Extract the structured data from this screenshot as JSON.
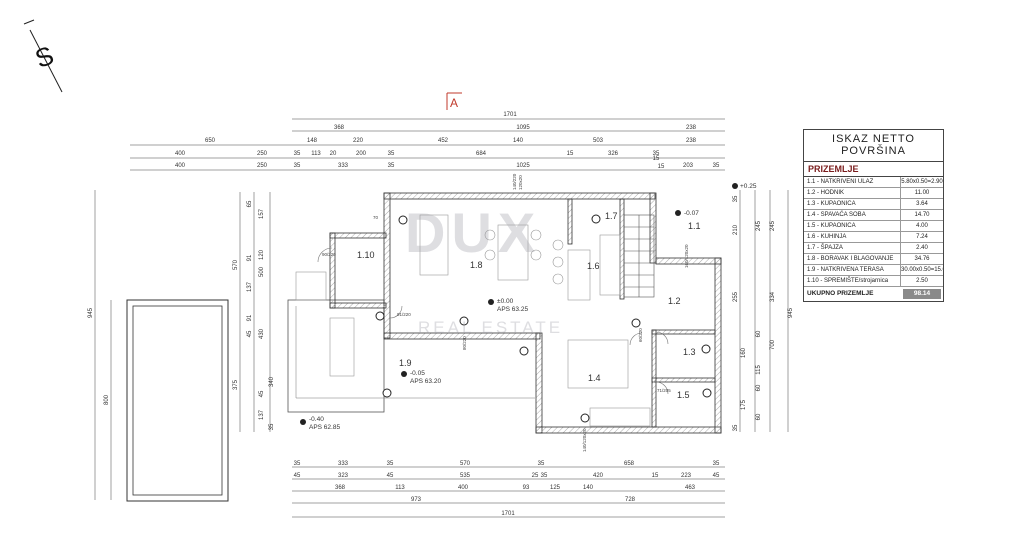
{
  "compass": {
    "letter": "S"
  },
  "section_marker": "A",
  "dims": {
    "top_total": "1701",
    "top_row1": [
      "368",
      "1095",
      "238"
    ],
    "top_row2": [
      "650",
      "148",
      "220",
      "452",
      "140",
      "503",
      "238"
    ],
    "top_row3": [
      "400",
      "250",
      "35",
      "113",
      "20",
      "200",
      "35",
      "684",
      "15",
      "326",
      "35",
      "15"
    ],
    "top_row4": [
      "400",
      "250",
      "35",
      "333",
      "35",
      "1025",
      "15",
      "203",
      "35"
    ],
    "bottom_row1": [
      "35",
      "333",
      "35",
      "570",
      "35",
      "658",
      "35"
    ],
    "bottom_row2": [
      "45",
      "323",
      "45",
      "535",
      "25",
      "35",
      "420",
      "15",
      "223",
      "45"
    ],
    "bottom_row3": [
      "368",
      "113",
      "400",
      "93",
      "125",
      "140",
      "463"
    ],
    "bottom_row4": [
      "973",
      "728"
    ],
    "bottom_total": "1701",
    "left_outer": "945",
    "left_pool": "800",
    "left_mid": [
      "570",
      "375"
    ],
    "left_inner": [
      "65",
      "157",
      "91",
      "120",
      "500",
      "137",
      "91",
      "430",
      "45",
      "340",
      "45",
      "137",
      "35"
    ],
    "right_outer": "945",
    "right_mid": [
      "245",
      "334",
      "700"
    ],
    "right_inner": [
      "35",
      "210",
      "245",
      "255",
      "60",
      "160",
      "115",
      "60",
      "175",
      "60",
      "35"
    ]
  },
  "rooms": [
    {
      "id": "1.1",
      "label": "1.1"
    },
    {
      "id": "1.2",
      "label": "1.2"
    },
    {
      "id": "1.3",
      "label": "1.3"
    },
    {
      "id": "1.4",
      "label": "1.4"
    },
    {
      "id": "1.5",
      "label": "1.5"
    },
    {
      "id": "1.6",
      "label": "1.6"
    },
    {
      "id": "1.7",
      "label": "1.7"
    },
    {
      "id": "1.8",
      "label": "1.8"
    },
    {
      "id": "1.9",
      "label": "1.9"
    },
    {
      "id": "1.10",
      "label": "1.10"
    }
  ],
  "levels": [
    {
      "value": "+0.25",
      "aps": ""
    },
    {
      "value": "-0.07",
      "aps": ""
    },
    {
      "value": "±0.00",
      "aps": "APS 63.25"
    },
    {
      "value": "-0.05",
      "aps": "APS 63.20"
    },
    {
      "value": "-0.40",
      "aps": "APS 62.85"
    }
  ],
  "openings": [
    "140/220",
    "120x20",
    "90/220",
    "70",
    "91/220",
    "80/220",
    "60/220",
    "71/205",
    "140/120x20",
    "160/120x20"
  ],
  "table": {
    "title_line1": "ISKAZ NETTO",
    "title_line2": "POVRŠINA",
    "section": "PRIZEMLJE",
    "rows": [
      {
        "name": "1.1 - NATKRIVENI ULAZ",
        "value": "5.80x0.50=2.90"
      },
      {
        "name": "1.2 - HODNIK",
        "value": "11.00"
      },
      {
        "name": "1.3 - KUPAONICA",
        "value": "3.64"
      },
      {
        "name": "1.4 - SPAVAĆA SOBA",
        "value": "14.70"
      },
      {
        "name": "1.5 - KUPAONICA",
        "value": "4.00"
      },
      {
        "name": "1.6 - KUHINJA",
        "value": "7.24"
      },
      {
        "name": "1.7 - ŠPAJZA",
        "value": "2.40"
      },
      {
        "name": "1.8 - BORAVAK I BLAGOVANJE",
        "value": "34.76"
      },
      {
        "name": "1.9 - NATKRIVENA TERASA",
        "value": "30.00x0.50=15.00"
      },
      {
        "name": "1.10 - SPREMIŠTE/strojarnica",
        "value": "2.50"
      }
    ],
    "total_label": "UKUPNO PRIZEMLJE",
    "total_value": "98.14"
  },
  "watermark": {
    "logo": "DUX",
    "text": "REAL ESTATE"
  },
  "colors": {
    "line": "#333333",
    "thin": "#666666",
    "accent": "#c0392b",
    "hatch": "#999999",
    "table_total_bg": "#8a8a8a"
  }
}
